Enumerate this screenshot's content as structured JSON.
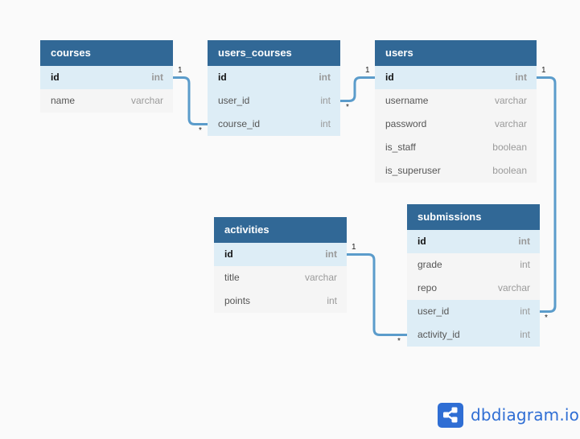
{
  "tables": [
    {
      "key": "courses",
      "name": "courses",
      "fields": [
        {
          "name": "id",
          "type": "int",
          "role": "pk"
        },
        {
          "name": "name",
          "type": "varchar",
          "role": ""
        }
      ]
    },
    {
      "key": "users_courses",
      "name": "users_courses",
      "fields": [
        {
          "name": "id",
          "type": "int",
          "role": "pk"
        },
        {
          "name": "user_id",
          "type": "int",
          "role": "fk"
        },
        {
          "name": "course_id",
          "type": "int",
          "role": "fk"
        }
      ]
    },
    {
      "key": "users",
      "name": "users",
      "fields": [
        {
          "name": "id",
          "type": "int",
          "role": "pk"
        },
        {
          "name": "username",
          "type": "varchar",
          "role": ""
        },
        {
          "name": "password",
          "type": "varchar",
          "role": ""
        },
        {
          "name": "is_staff",
          "type": "boolean",
          "role": ""
        },
        {
          "name": "is_superuser",
          "type": "boolean",
          "role": ""
        }
      ]
    },
    {
      "key": "activities",
      "name": "activities",
      "fields": [
        {
          "name": "id",
          "type": "int",
          "role": "pk"
        },
        {
          "name": "title",
          "type": "varchar",
          "role": ""
        },
        {
          "name": "points",
          "type": "int",
          "role": ""
        }
      ]
    },
    {
      "key": "submissions",
      "name": "submissions",
      "fields": [
        {
          "name": "id",
          "type": "int",
          "role": "pk"
        },
        {
          "name": "grade",
          "type": "int",
          "role": ""
        },
        {
          "name": "repo",
          "type": "varchar",
          "role": ""
        },
        {
          "name": "user_id",
          "type": "int",
          "role": "fk"
        },
        {
          "name": "activity_id",
          "type": "int",
          "role": "fk"
        }
      ]
    }
  ],
  "relationships": [
    {
      "from": "courses.id",
      "from_card": "1",
      "to": "users_courses.course_id",
      "to_card": "*"
    },
    {
      "from": "users.id",
      "from_card": "1",
      "to": "users_courses.user_id",
      "to_card": "*"
    },
    {
      "from": "users.id",
      "from_card": "1",
      "to": "submissions.user_id",
      "to_card": "*"
    },
    {
      "from": "activities.id",
      "from_card": "1",
      "to": "submissions.activity_id",
      "to_card": "*"
    }
  ],
  "branding": {
    "logo_icon": "share-nodes-icon",
    "text": "dbdiagram.io"
  },
  "colors": {
    "header": "#316896",
    "connector": "#5b9ccb",
    "brand": "#2f6ed4"
  }
}
